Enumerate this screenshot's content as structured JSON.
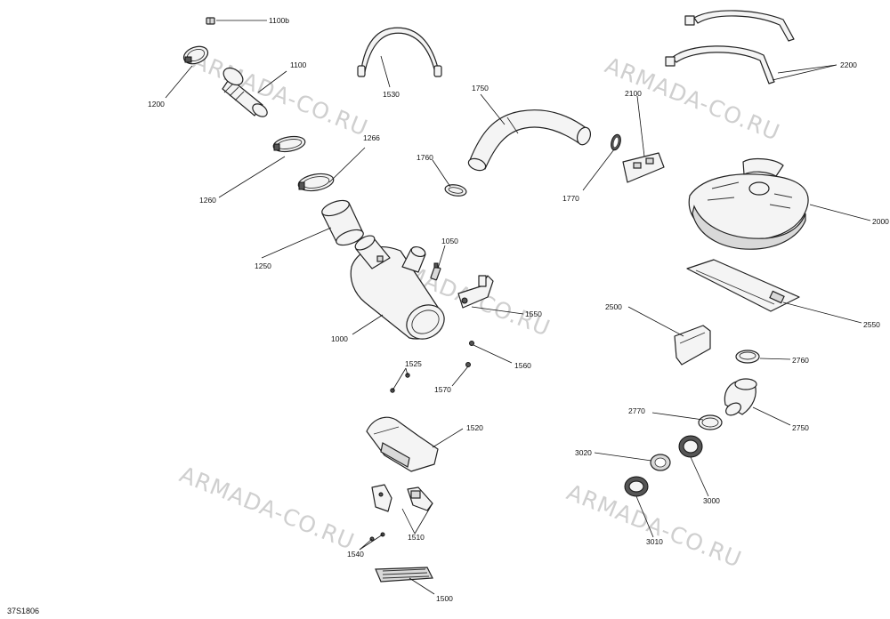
{
  "watermark": "ARMADA-CO.RU",
  "drawing_code": "37S1806",
  "callouts": {
    "c1100b": "1100b",
    "c1100": "1100",
    "c1200": "1200",
    "c1530": "1530",
    "c1750": "1750",
    "c2100": "2100",
    "c2200": "2200",
    "c1760": "1760",
    "c1770": "1770",
    "c1266": "1266",
    "c1260": "1260",
    "c2000": "2000",
    "c1050": "1050",
    "c1250": "1250",
    "c1550": "1550",
    "c2550": "2550",
    "c2500": "2500",
    "c1000": "1000",
    "c1525": "1525",
    "c1560": "1560",
    "c1570": "1570",
    "c2760": "2760",
    "c2750": "2750",
    "c2770": "2770",
    "c1520": "1520",
    "c3020": "3020",
    "c3000": "3000",
    "c3010": "3010",
    "c1510": "1510",
    "c1540": "1540",
    "c1500": "1500"
  }
}
